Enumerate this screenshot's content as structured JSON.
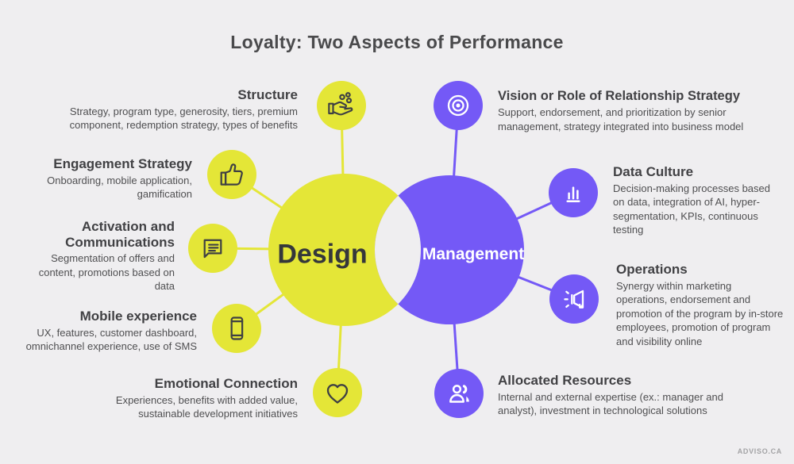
{
  "title": "Loyalty: Two Aspects of Performance",
  "venn": {
    "left_label": "Design",
    "right_label": "Management"
  },
  "design_items": [
    {
      "title": "Structure",
      "description": "Strategy, program type, generosity, tiers, premium component, redemption strategy, types of benefits",
      "icon": "hand-coins-icon"
    },
    {
      "title": "Engagement Strategy",
      "description": "Onboarding, mobile application, gamification",
      "icon": "thumbs-up-icon"
    },
    {
      "title": "Activation and Communications",
      "description": "Segmentation of offers and content, promotions based on data",
      "icon": "chat-bubble-icon"
    },
    {
      "title": "Mobile experience",
      "description": "UX, features, customer dashboard, omnichannel experience, use of SMS",
      "icon": "smartphone-icon"
    },
    {
      "title": "Emotional Connection",
      "description": "Experiences, benefits with added value, sustainable development initiatives",
      "icon": "heart-icon"
    }
  ],
  "management_items": [
    {
      "title": "Vision or Role of Relationship Strategy",
      "description": "Support, endorsement, and prioritization by senior management, strategy integrated into business model",
      "icon": "target-icon"
    },
    {
      "title": "Data Culture",
      "description": "Decision-making processes based on data, integration of AI, hyper-segmentation, KPIs, continuous testing",
      "icon": "bar-chart-icon"
    },
    {
      "title": "Operations",
      "description": "Synergy within marketing operations, endorsement and promotion of the program by in-store employees, promotion of program and visibility online",
      "icon": "megaphone-icon"
    },
    {
      "title": "Allocated Resources",
      "description": "Internal and external expertise (ex.: manager and analyst), investment in technological solutions",
      "icon": "people-icon"
    }
  ],
  "colors": {
    "background": "#efeef0",
    "design_yellow": "#e4e637",
    "management_purple": "#7459f6",
    "heading_text": "#414144",
    "body_text": "#4f4f51",
    "icon_dark": "#3f4043",
    "icon_light": "#ffffff"
  },
  "footer": {
    "credit": "ADVISO.CA"
  }
}
